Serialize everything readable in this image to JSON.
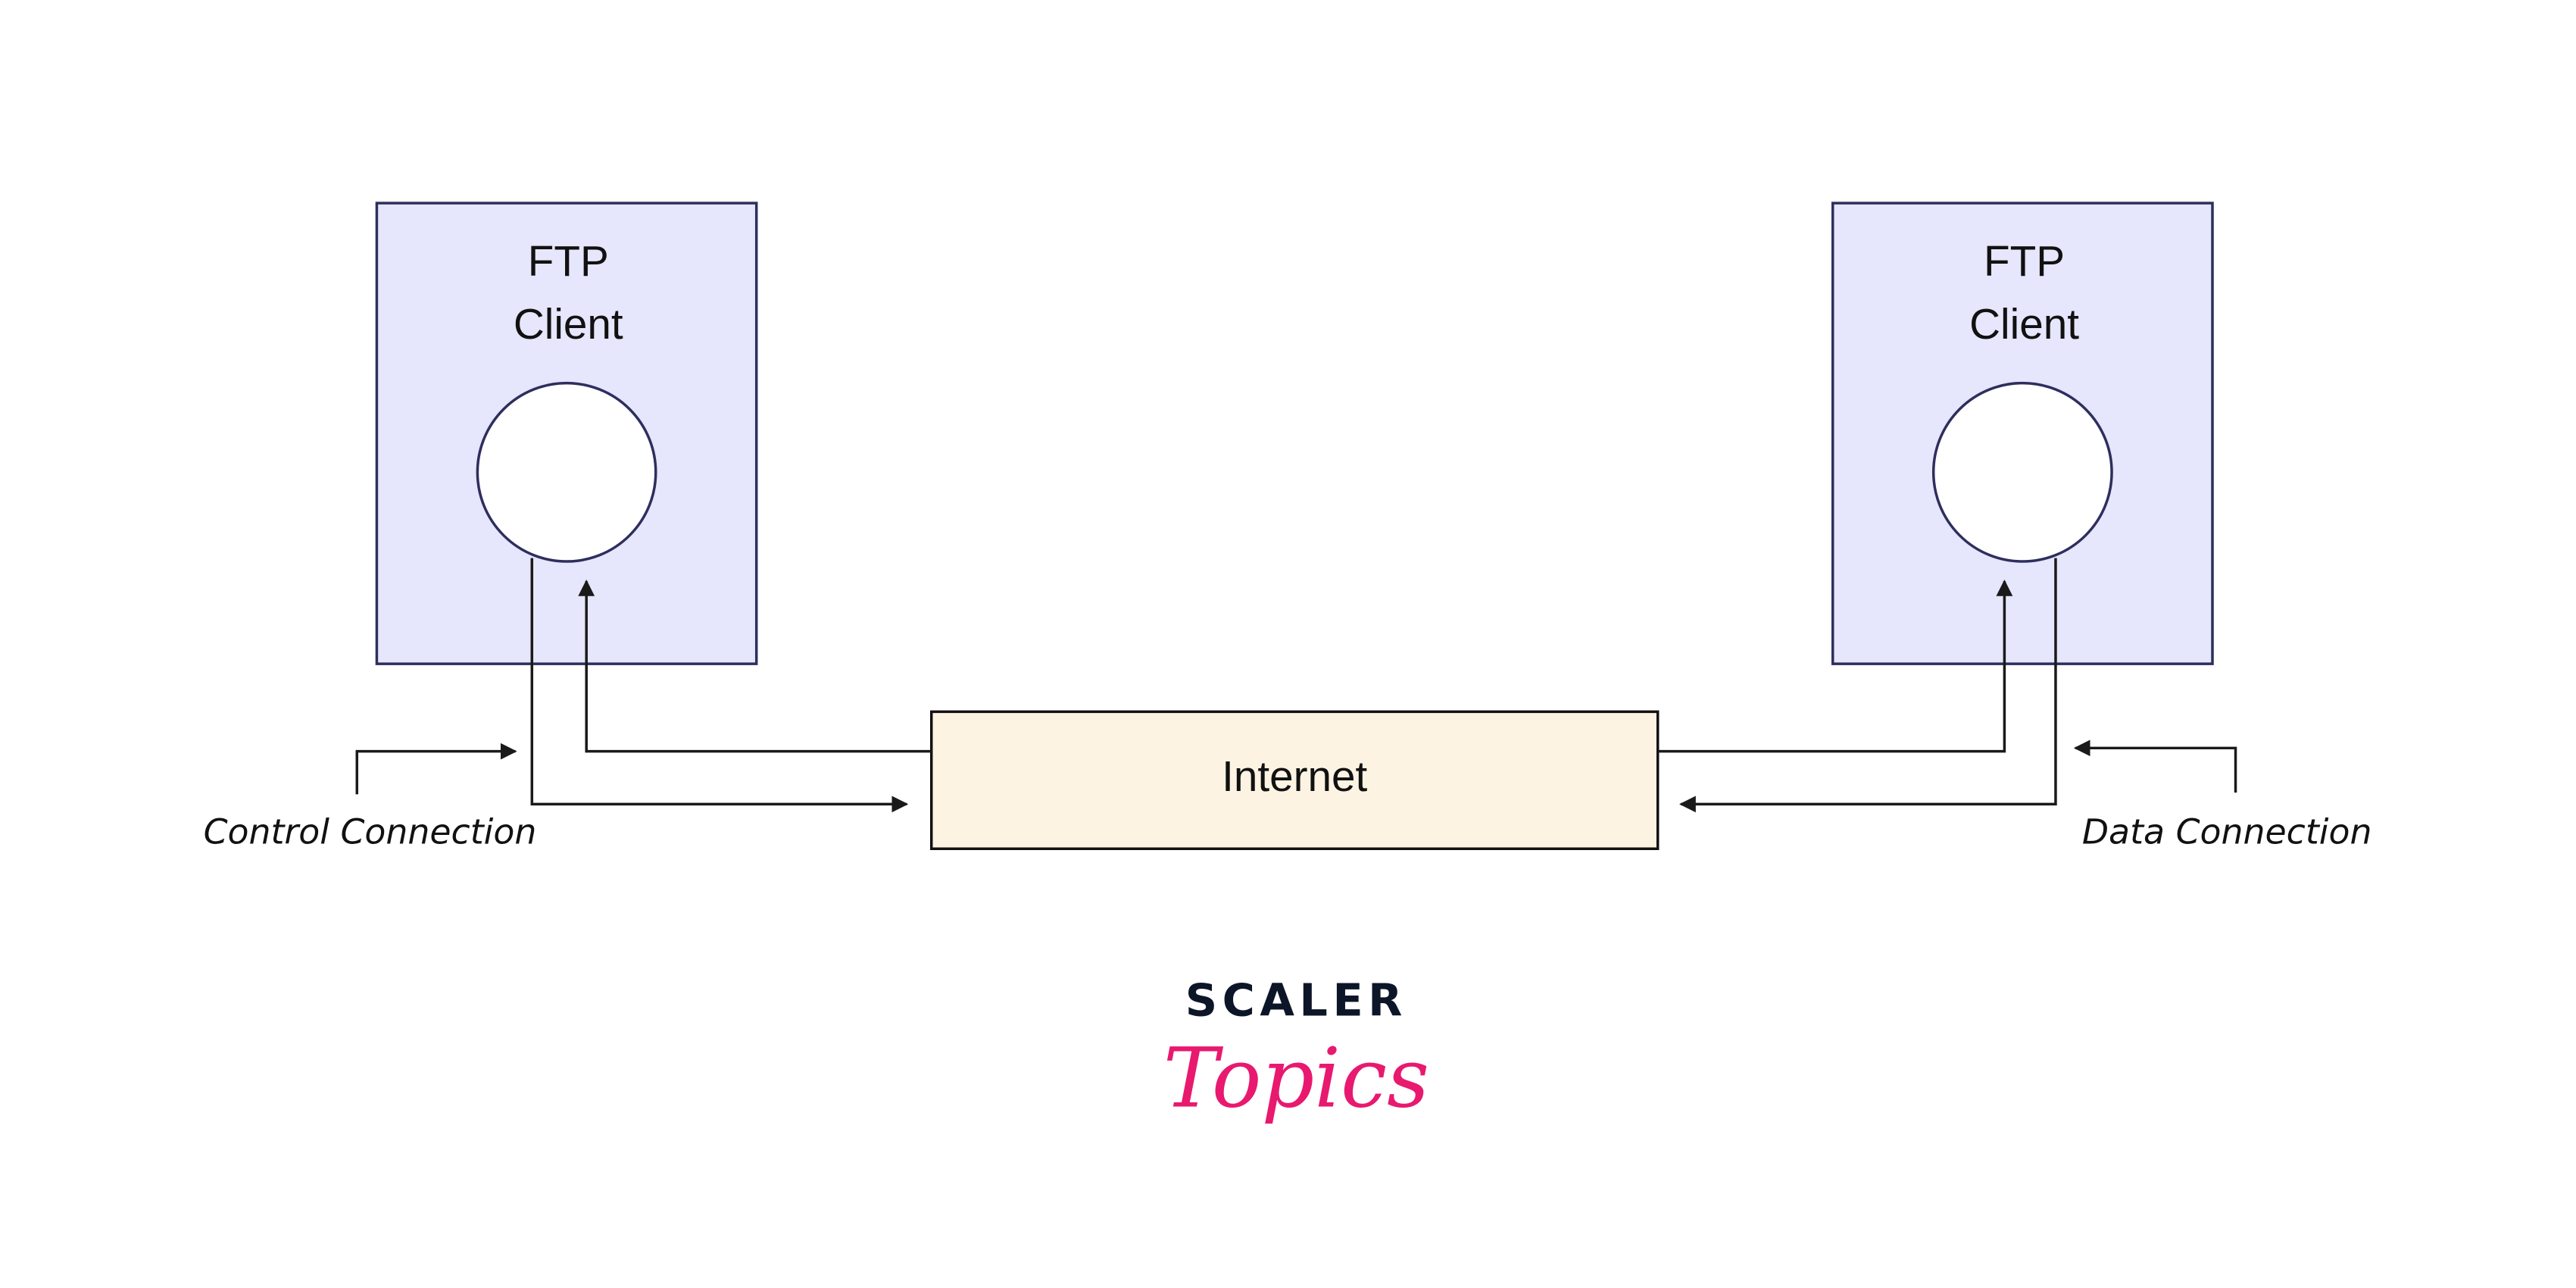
{
  "diagram": {
    "left_node": {
      "line1": "FTP",
      "line2": "Client"
    },
    "right_node": {
      "line1": "FTP",
      "line2": "Client"
    },
    "internet": {
      "label": "Internet"
    },
    "control_label": "Control Connection",
    "data_label": "Data Connection"
  },
  "logo": {
    "line1": "SCALER",
    "line2": "Topics"
  },
  "colors": {
    "client_fill": "#e6e6fc",
    "client_stroke": "#2e2e5e",
    "internet_fill": "#fdf3e3",
    "logo_dark": "#0c1628",
    "logo_pink": "#e8196f"
  }
}
